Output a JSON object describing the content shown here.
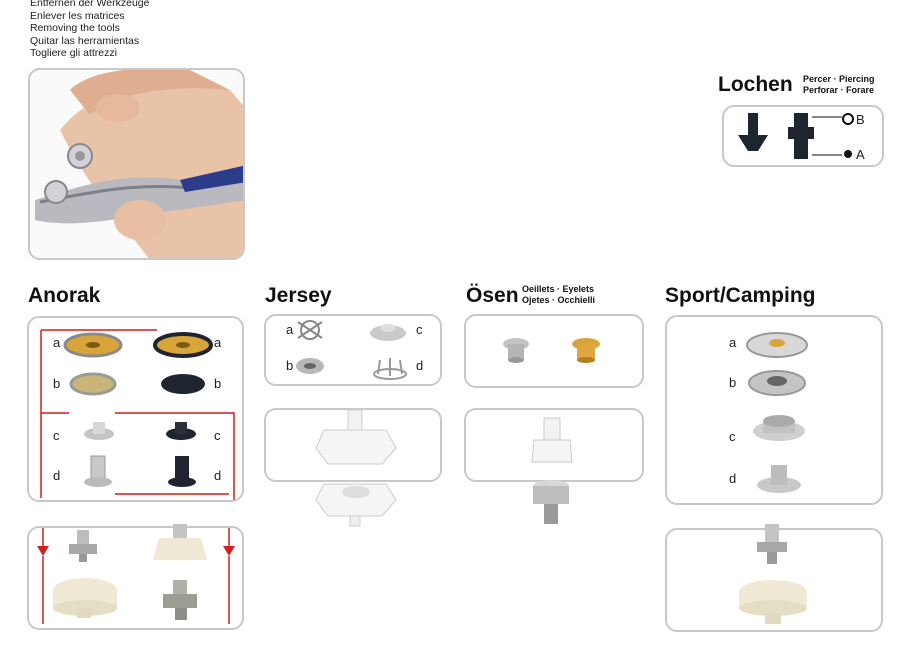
{
  "intro": {
    "lines": [
      "Entfernen der Werkzeuge",
      "Enlever les matrices",
      "Removing the tools",
      "Quitar las herramientas",
      "Togliere gli attrezzi"
    ]
  },
  "lochen": {
    "title": "Lochen",
    "sub1": "Percer · Piercing",
    "sub2": "Perforar · Forare",
    "label_b": "B",
    "label_a": "A"
  },
  "anorak": {
    "title": "Anorak",
    "letters": [
      "a",
      "a",
      "b",
      "b",
      "c",
      "c",
      "d",
      "d"
    ]
  },
  "jersey": {
    "title": "Jersey",
    "letters": [
      "a",
      "c",
      "b",
      "d"
    ]
  },
  "osen": {
    "title": "Ösen",
    "sub1": "Oeillets · Eyelets",
    "sub2": "Ojetes · Occhielli"
  },
  "sport": {
    "title": "Sport/Camping",
    "letters": [
      "a",
      "b",
      "c",
      "d"
    ]
  },
  "colors": {
    "border": "#c8c8c8",
    "arrow_red": "#d21f1f",
    "brass": "#d9a53a",
    "silver": "#c4c4c4",
    "black": "#1f2530",
    "plastic": "#efe9d6"
  }
}
